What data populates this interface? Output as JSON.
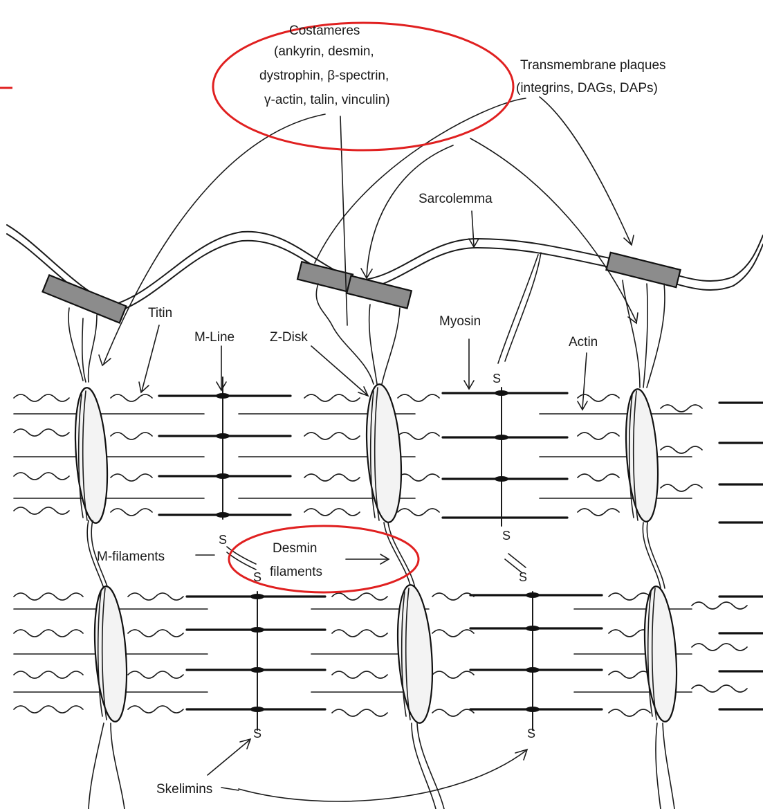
{
  "labels": {
    "costameres_line1": "Costameres",
    "costameres_line2": "(ankyrin, desmin,",
    "costameres_line3": "dystrophin, β-spectrin,",
    "costameres_line4": "γ-actin, talin, vinculin)",
    "transmembrane_line1": "Transmembrane plaques",
    "transmembrane_line2": "(integrins, DAGs, DAPs)",
    "sarcolemma": "Sarcolemma",
    "titin": "Titin",
    "m_line": "M-Line",
    "z_disk": "Z-Disk",
    "myosin": "Myosin",
    "actin": "Actin",
    "m_filaments": "M-filaments",
    "desmin_line1": "Desmin",
    "desmin_line2": "filaments",
    "skelimins": "Skelimins",
    "s": "S"
  },
  "colors": {
    "ink": "#1a1a1a",
    "highlight": "#e02020",
    "background": "#ffffff"
  }
}
